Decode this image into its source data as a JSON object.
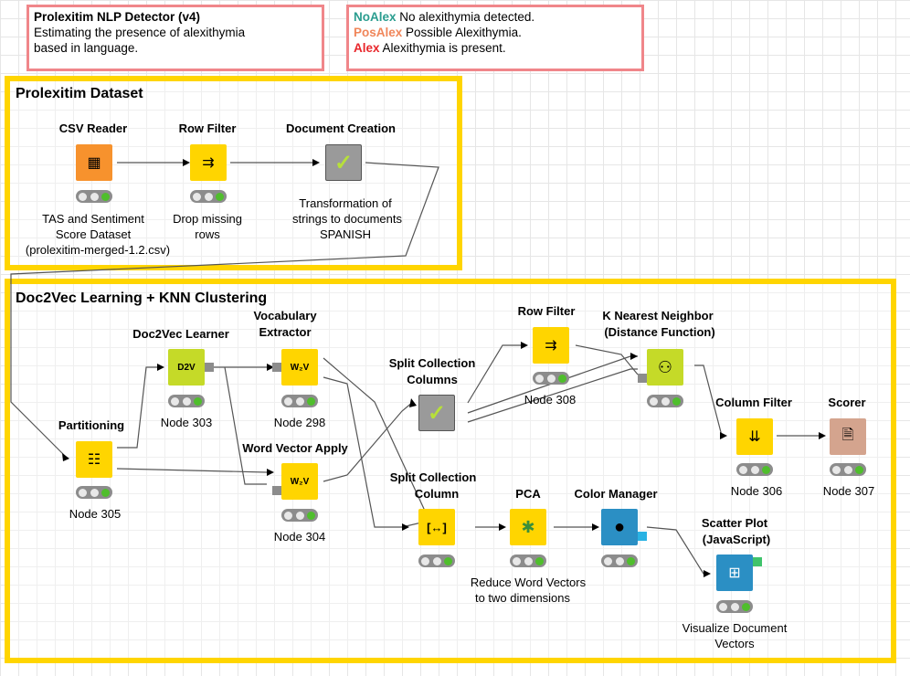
{
  "annotations": {
    "header": {
      "title": "Prolexitim NLP Detector (v4)",
      "line1": "Estimating the presence of alexithymia",
      "line2": "based in language."
    },
    "legend": {
      "noalex_tag": "NoAlex",
      "noalex_text": " No alexithymia detected.",
      "posalex_tag": "PosAlex",
      "posalex_text": " Possible Alexithymia.",
      "alex_tag": "Alex",
      "alex_text": " Alexithymia is present.",
      "noalex_color": "#2a9d8f",
      "posalex_color": "#f0865a",
      "alex_color": "#e8262b"
    }
  },
  "metanodes": {
    "dataset": {
      "title": "Prolexitim Dataset"
    },
    "doc2vec": {
      "title": "Doc2Vec Learning + KNN Clustering"
    }
  },
  "nodes": {
    "csv_reader": {
      "label": "CSV Reader",
      "desc": [
        "TAS and Sentiment",
        "Score Dataset",
        "(prolexitim-merged-1.2.csv)"
      ],
      "icon": "table-icon"
    },
    "row_filter_1": {
      "label": "Row Filter",
      "desc": [
        "Drop missing",
        "rows"
      ],
      "icon": "filter-icon"
    },
    "document_creation": {
      "label": "Document Creation",
      "desc": [
        "Transformation of",
        "strings to documents",
        "SPANISH"
      ],
      "icon": "check-icon"
    },
    "partitioning": {
      "label": "Partitioning",
      "desc": [
        "Node 305"
      ],
      "icon": "partition-icon"
    },
    "doc2vec_learner": {
      "label": "Doc2Vec Learner",
      "desc": [
        "Node 303"
      ],
      "icon": "d2v-icon"
    },
    "vocab_extractor": {
      "label": [
        "Vocabulary",
        "Extractor"
      ],
      "desc": [
        "Node 298"
      ],
      "icon": "vocab-icon"
    },
    "word_vector_apply": {
      "label": "Word Vector Apply",
      "desc": [
        "Node 304"
      ],
      "icon": "wordvec-icon"
    },
    "split_collection_columns": {
      "label": [
        "Split Collection",
        "Columns"
      ],
      "icon": "check-icon"
    },
    "row_filter_2": {
      "label": "Row Filter",
      "desc": [
        "Node 308"
      ],
      "icon": "filter-icon"
    },
    "knn": {
      "label": [
        "K Nearest Neighbor",
        "(Distance Function)"
      ],
      "icon": "knn-icon"
    },
    "column_filter": {
      "label": "Column Filter",
      "desc": [
        "Node 306"
      ],
      "icon": "column-filter-icon"
    },
    "scorer": {
      "label": "Scorer",
      "desc": [
        "Node 307"
      ],
      "icon": "scorer-icon"
    },
    "split_collection_column": {
      "label": [
        "Split Collection",
        "Column"
      ],
      "icon": "split-icon"
    },
    "pca": {
      "label": "PCA",
      "desc": [
        "Reduce Word Vectors",
        "to two dimensions"
      ],
      "icon": "pca-icon"
    },
    "color_manager": {
      "label": "Color Manager",
      "icon": "color-drop-icon"
    },
    "scatter_plot": {
      "label": [
        "Scatter Plot",
        "(JavaScript)"
      ],
      "desc": [
        "Visualize Document",
        "Vectors"
      ],
      "icon": "scatter-icon"
    }
  }
}
